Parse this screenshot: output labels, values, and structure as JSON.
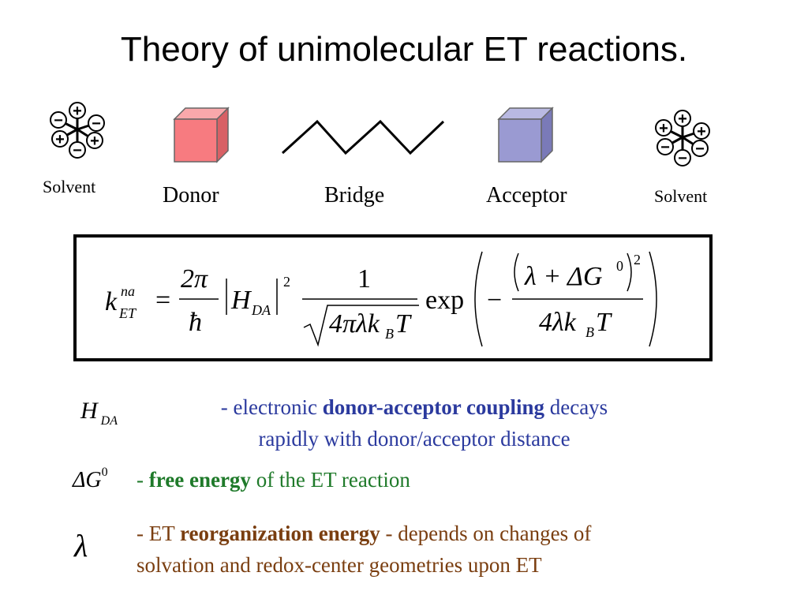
{
  "title": "Theory of unimolecular ET reactions.",
  "diagram": {
    "solvent_left": "Solvent",
    "donor": "Donor",
    "bridge": "Bridge",
    "acceptor": "Acceptor",
    "solvent_right": "Solvent",
    "colors": {
      "donor": "#f77b80",
      "acceptor": "#9a9ad2"
    }
  },
  "formula": {
    "k": "k",
    "k_sup": "na",
    "k_sub": "ET",
    "eq": "=",
    "num1": "2π",
    "den1": "ħ",
    "H": "H",
    "H_sub": "DA",
    "sq": "2",
    "num2": "1",
    "den2": "4πλk",
    "den2_sub": "B",
    "den2_T": "T",
    "exp": "exp",
    "minus": "−",
    "inner_num": "λ + ΔG",
    "inner_num_sup": "0",
    "inner_sq": "2",
    "inner_den": "4λk",
    "inner_den_sub": "B",
    "inner_den_T": "T"
  },
  "terms": [
    {
      "symbol": "H",
      "symbol_sub": "DA",
      "prefix": "- electronic ",
      "bold": "donor-acceptor coupling",
      "suffix": " decays",
      "line2": "rapidly with donor/acceptor distance"
    },
    {
      "symbol": "ΔG",
      "symbol_sup": "0",
      "prefix": "- ",
      "bold": "free energy",
      "suffix": " of the ET reaction"
    },
    {
      "symbol": "λ",
      "prefix": "- ET ",
      "bold": "reorganization energy",
      "suffix": " - depends on changes of",
      "line2": "solvation and redox-center geometries upon ET"
    }
  ]
}
